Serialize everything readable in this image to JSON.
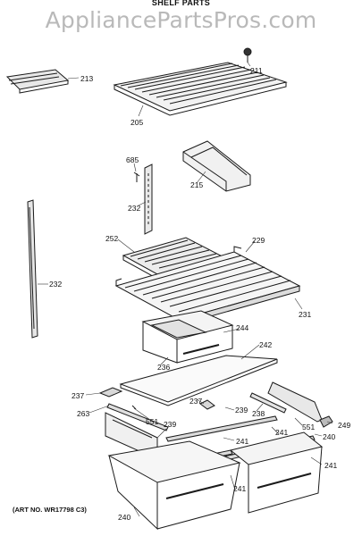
{
  "watermark": "AppliancePartsPros.com",
  "header": "SHELF PARTS",
  "art_no": "(ART NO. WR17798 C3)",
  "callouts": [
    "213",
    "211",
    "205",
    "685",
    "215",
    "232",
    "232",
    "252",
    "229",
    "231",
    "244",
    "242",
    "236",
    "237",
    "263",
    "551",
    "237",
    "239",
    "238",
    "249",
    "239",
    "551",
    "241",
    "241",
    "240",
    "241",
    "241",
    "240"
  ]
}
